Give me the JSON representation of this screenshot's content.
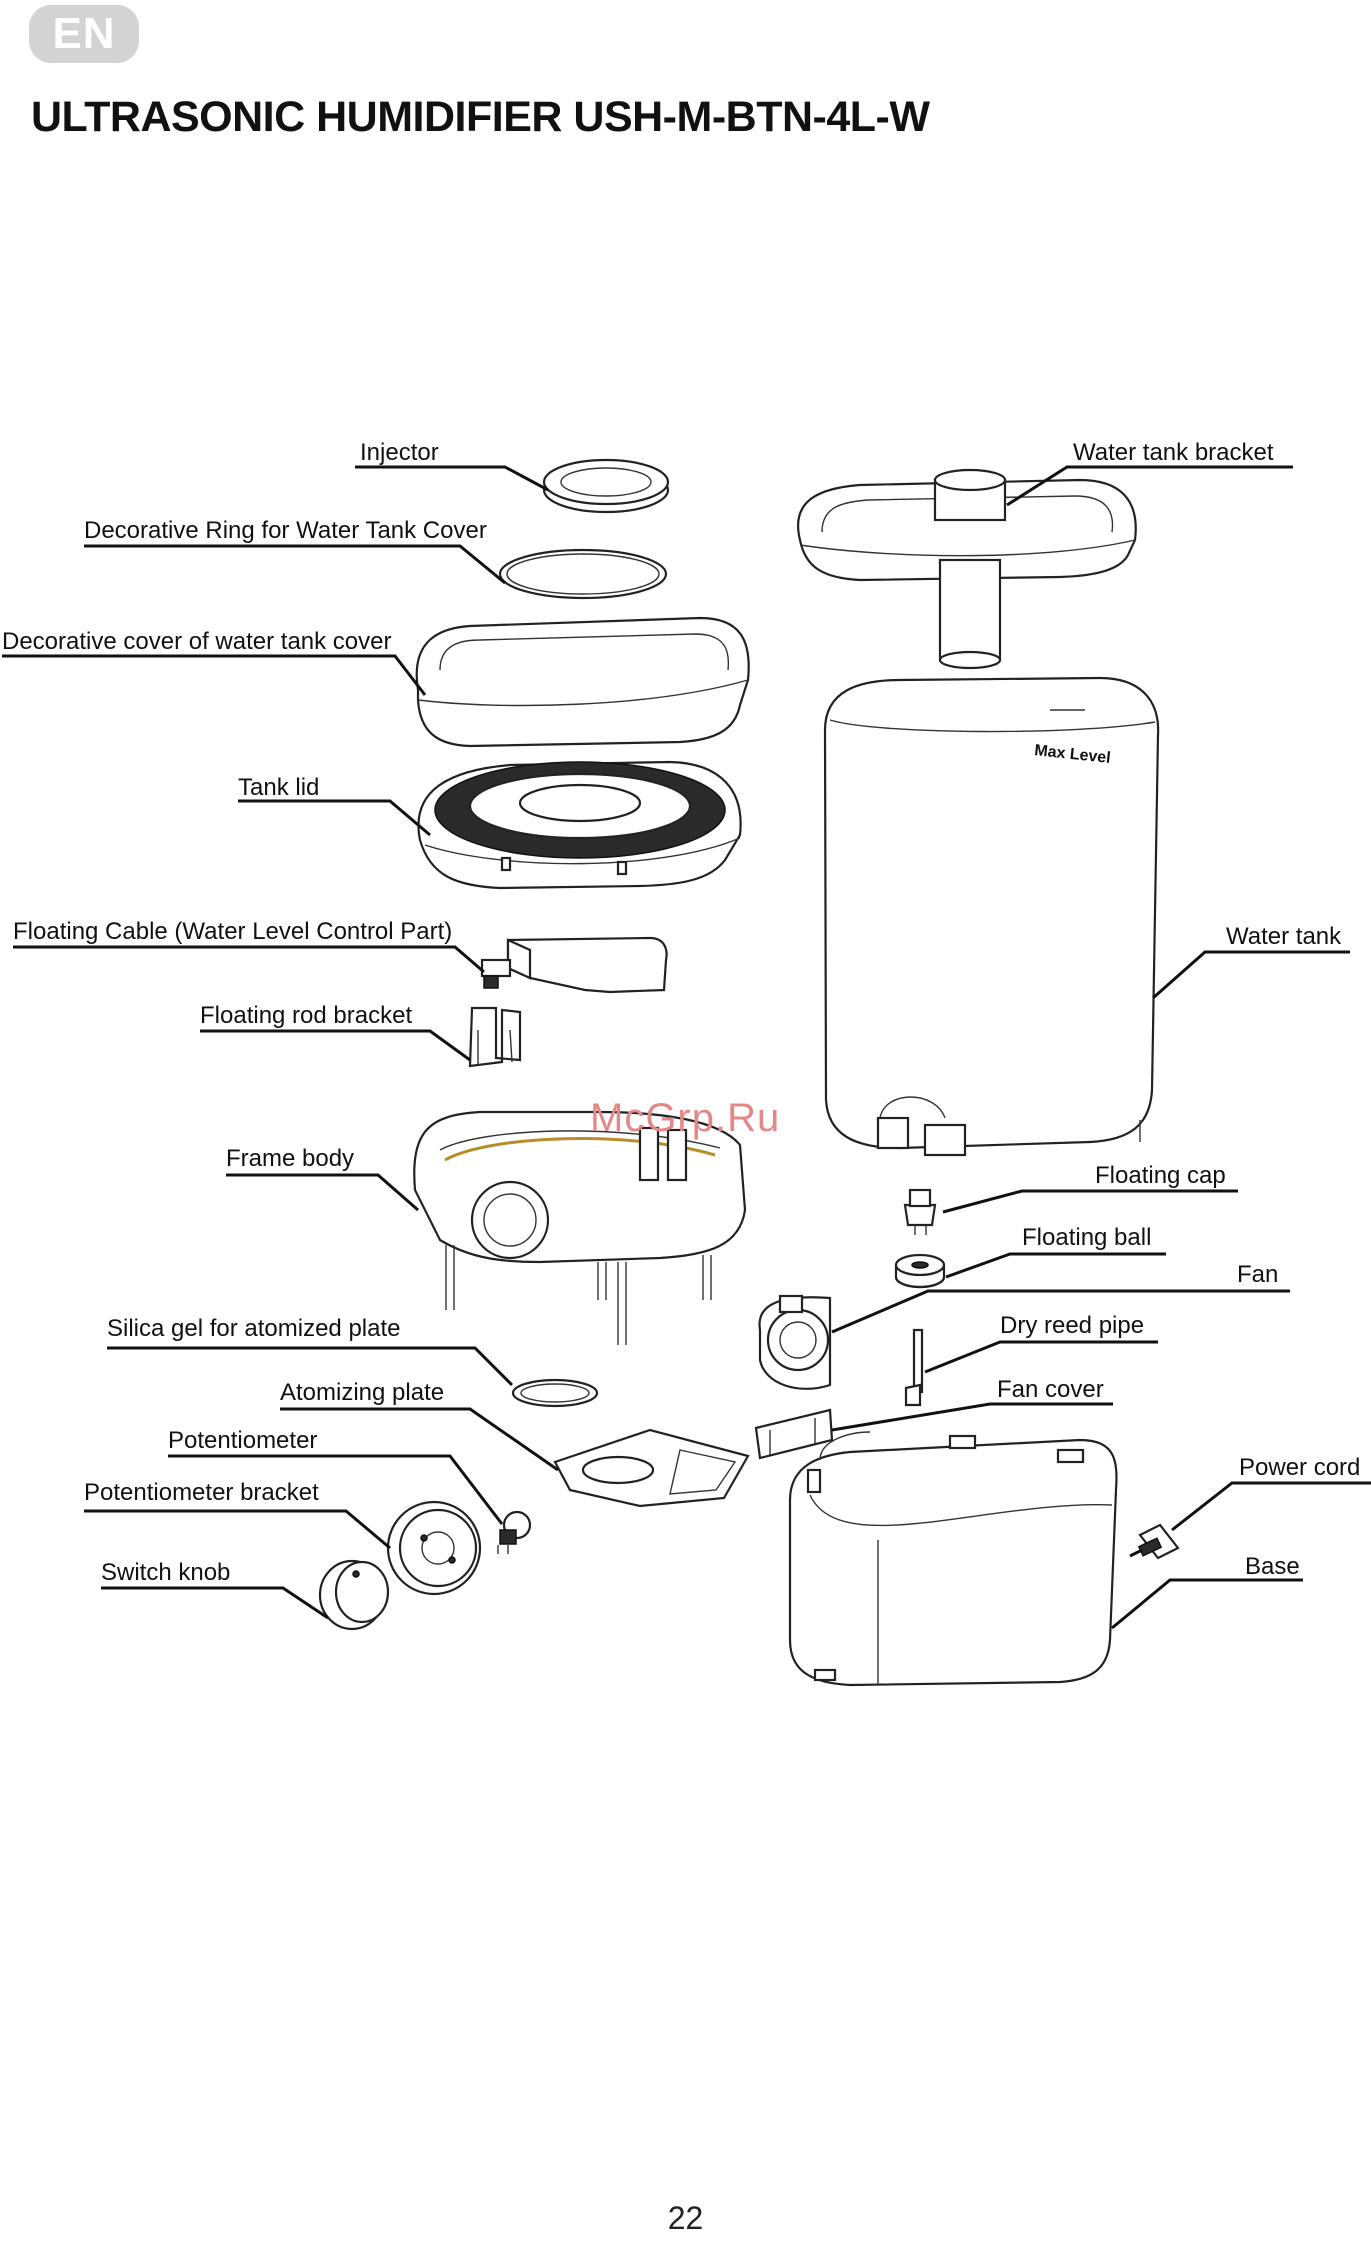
{
  "badge": "EN",
  "title": "ULTRASONIC HUMIDIFIER USH-M-BTN-4L-W",
  "labels": {
    "injector": "Injector",
    "decorative_ring": "Decorative Ring for Water Tank Cover",
    "decorative_cover": "Decorative cover of water tank cover",
    "tank_lid": "Tank lid",
    "floating_cable": "Floating Cable (Water Level Control Part)",
    "floating_rod_bracket": "Floating rod bracket",
    "frame_body": "Frame body",
    "silica_gel": "Silica gel for atomized plate",
    "atomizing_plate": "Atomizing plate",
    "potentiometer": "Potentiometer",
    "potentiometer_bracket": "Potentiometer bracket",
    "switch_knob": "Switch knob",
    "water_tank_bracket": "Water tank bracket",
    "water_tank": "Water tank",
    "floating_cap": "Floating cap",
    "floating_ball": "Floating ball",
    "fan": "Fan",
    "dry_reed_pipe": "Dry reed pipe",
    "fan_cover": "Fan cover",
    "power_cord": "Power cord",
    "base": "Base"
  },
  "tank_marking": "Max Level",
  "watermark": "McGrp.Ru",
  "page_number": "22"
}
